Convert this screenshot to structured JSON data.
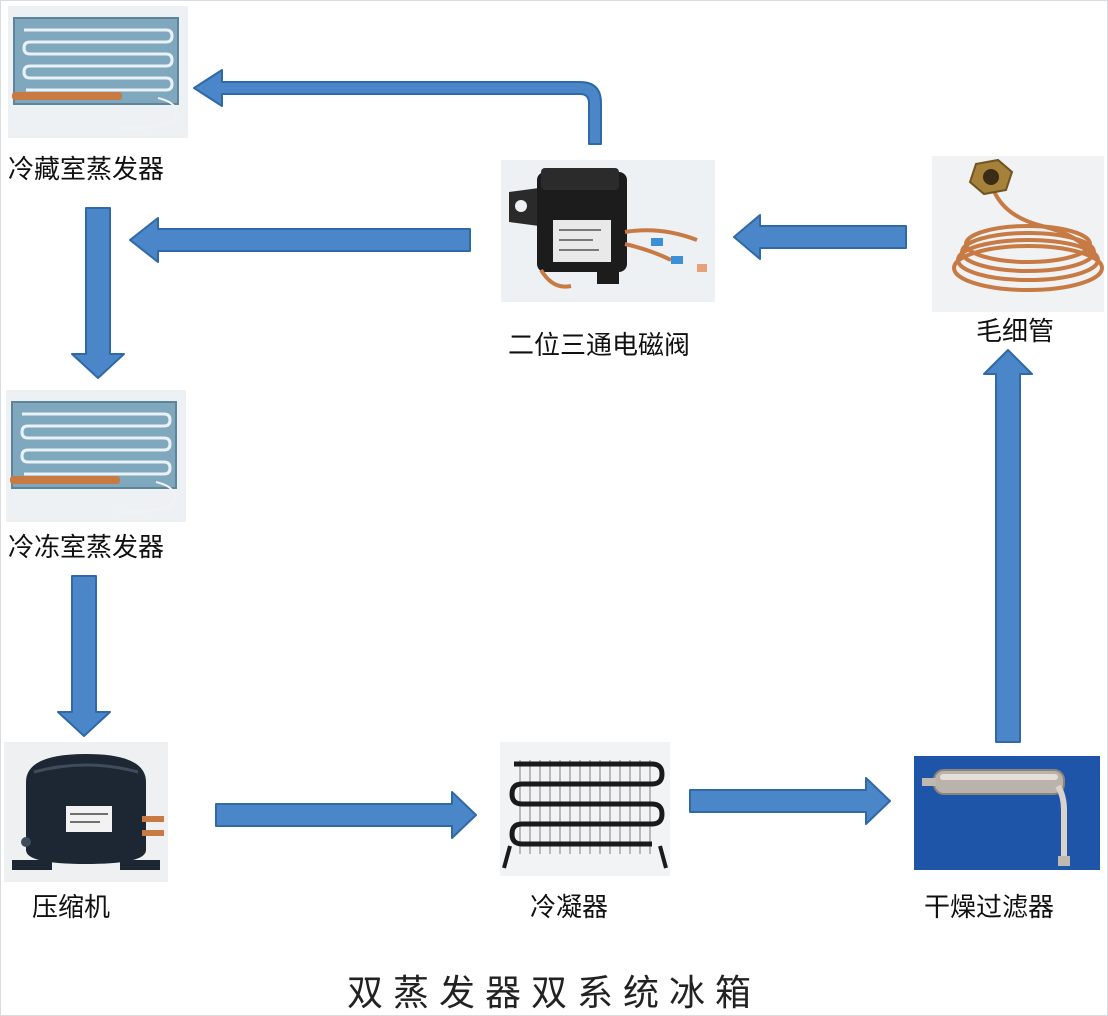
{
  "components": {
    "fridge_evaporator": "冷藏室蒸发器",
    "solenoid_valve": "二位三通电磁阀",
    "capillary": "毛细管",
    "freezer_evaporator": "冷冻室蒸发器",
    "compressor": "压缩机",
    "condenser": "冷凝器",
    "dryer_filter": "干燥过滤器"
  },
  "caption": "双蒸发器双系统冰箱",
  "colors": {
    "arrow_fill": "#4a86c8",
    "arrow_stroke": "#2f6aa6",
    "copper": "#c87a44",
    "valve_body": "#1c1c1c",
    "evaporator_panel": "#7fa7bd",
    "dryer_background": "#1f55a8"
  },
  "icons": {
    "fridge_evaporator": "evaporator-panel-icon",
    "freezer_evaporator": "evaporator-panel-icon",
    "solenoid_valve": "solenoid-valve-icon",
    "capillary": "copper-coil-icon",
    "compressor": "compressor-icon",
    "condenser": "condenser-coil-icon",
    "dryer_filter": "dryer-filter-icon"
  }
}
